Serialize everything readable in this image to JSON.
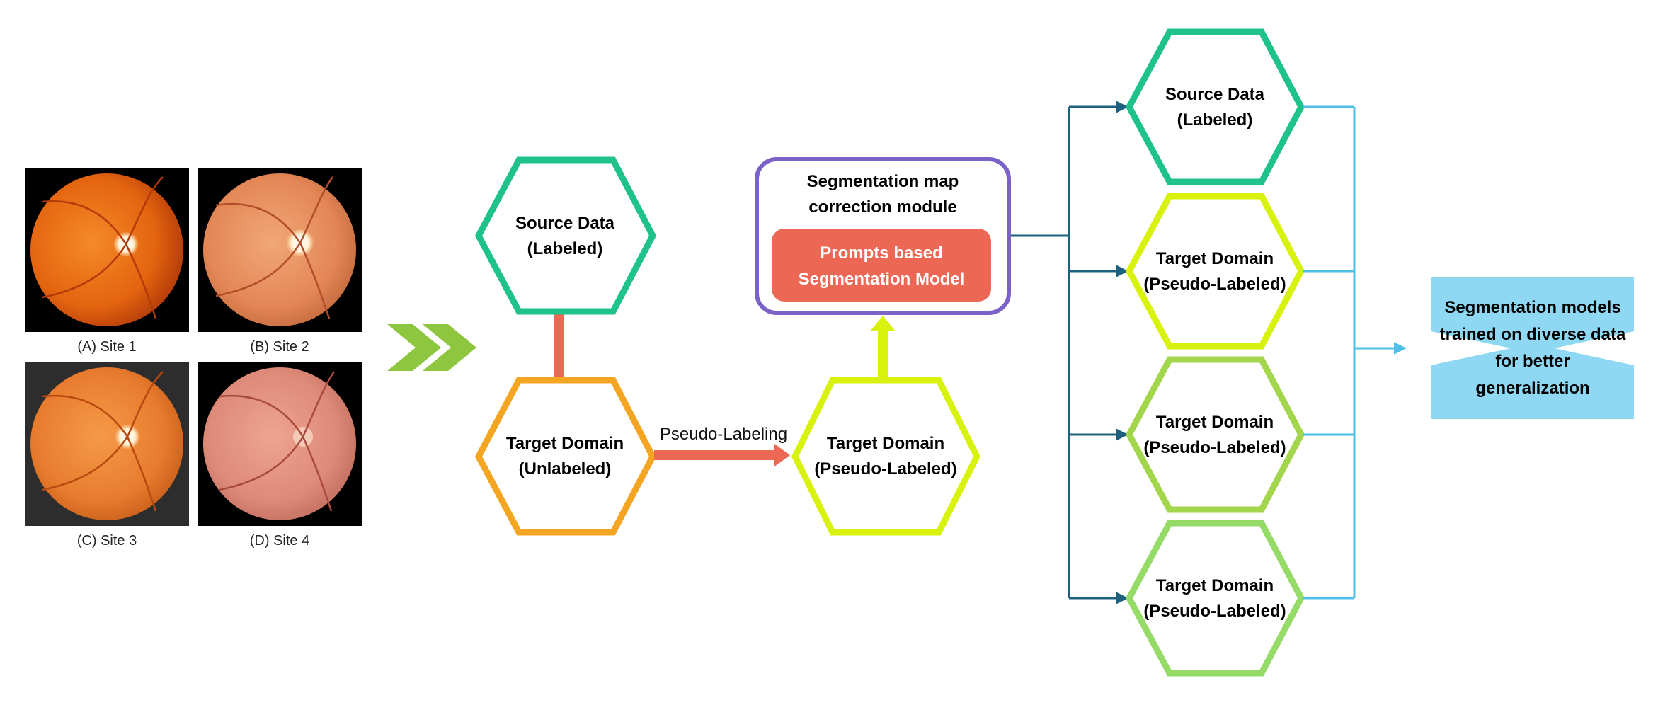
{
  "colors": {
    "source_green": "#1fc38a",
    "target_orange": "#f4a623",
    "pseudo_yellow": "#d9f20d",
    "pseudo_green_mid": "#a3d64c",
    "pseudo_green_light": "#96db68",
    "purple_border": "#7a62c7",
    "salmon": "#ec6754",
    "connector_dark": "#1f607f",
    "connector_light": "#4ec0e8",
    "output_blue": "#8fd8f4",
    "chevron_green": "#8ec63f"
  },
  "fundus": {
    "captions": [
      "(A) Site 1",
      "(B) Site 2",
      "(C) Site 3",
      "(D) Site 4"
    ]
  },
  "nodes": {
    "source_left": {
      "line1": "Source Data",
      "line2": "(Labeled)"
    },
    "target_unlab": {
      "line1": "Target Domain",
      "line2": "(Unlabeled)"
    },
    "target_pseudo": {
      "line1": "Target Domain",
      "line2": "(Pseudo-Labeled)"
    },
    "stack_source": {
      "line1": "Source Data",
      "line2": "(Labeled)"
    },
    "stack_t1": {
      "line1": "Target Domain",
      "line2": "(Pseudo-Labeled)"
    },
    "stack_t2": {
      "line1": "Target Domain",
      "line2": "(Pseudo-Labeled)"
    },
    "stack_t3": {
      "line1": "Target Domain",
      "line2": "(Pseudo-Labeled)"
    }
  },
  "edge_label": "Pseudo-Labeling",
  "correction_module": {
    "title_line1": "Segmentation map",
    "title_line2": "correction module",
    "inner_line1": "Prompts based",
    "inner_line2": "Segmentation Model"
  },
  "output": {
    "line1": "Segmentation models",
    "line2": "trained on diverse data",
    "line3": "for better",
    "line4": "generalization"
  }
}
